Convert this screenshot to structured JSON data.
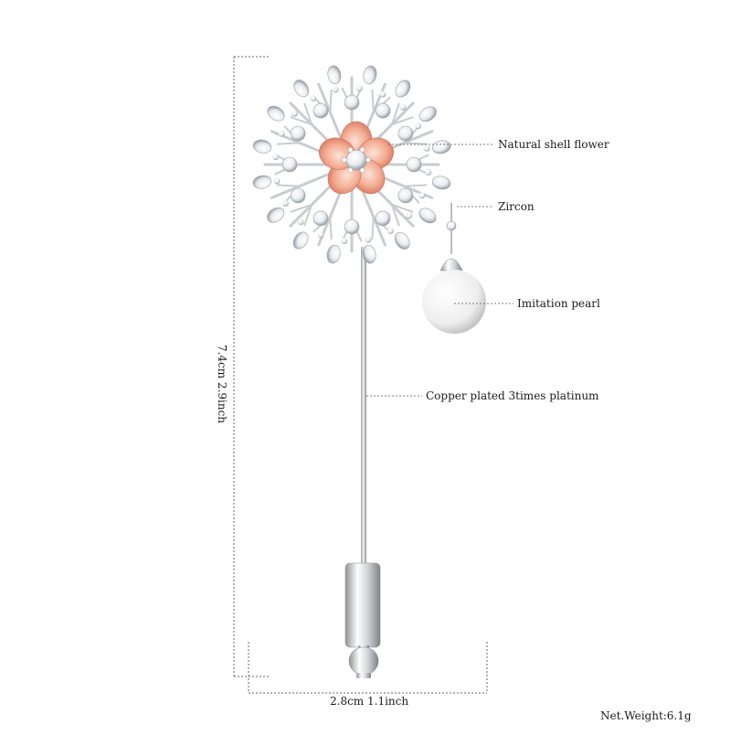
{
  "callouts": {
    "shell_flower": "Natural  shell  flower",
    "zircon": "Zircon",
    "pearl": "Imitation pearl",
    "pin": "Copper  plated 3times platinum"
  },
  "dimensions": {
    "height": "7.4cm  2.9inch",
    "width": "2.8cm  1.1inch"
  },
  "weight": "Net.Weight:6.1g",
  "colors": {
    "metal": "#d8dadd",
    "petal": "#f0a58c",
    "pearl": "#f4f4f4",
    "guide": "#555555"
  }
}
